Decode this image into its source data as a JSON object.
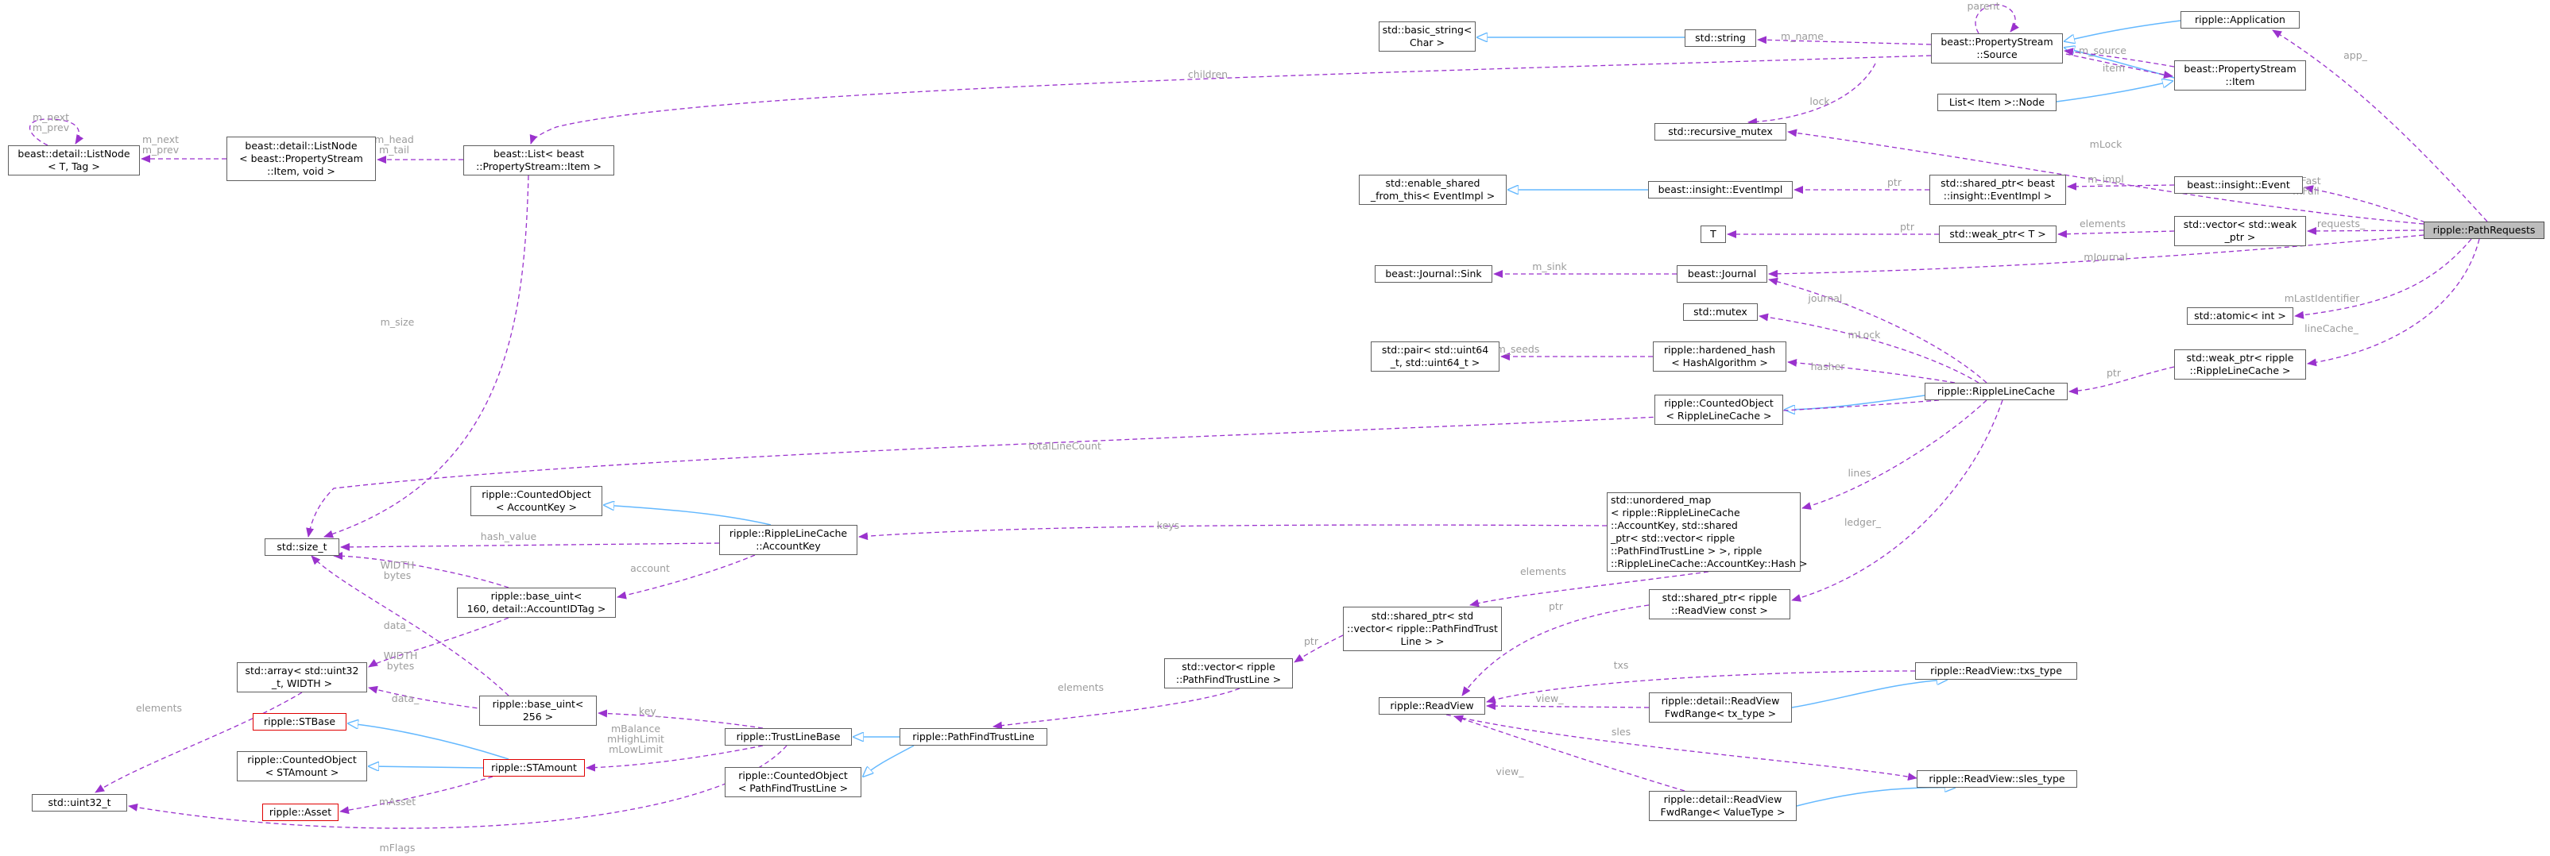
{
  "colors": {
    "inherit": "#63b8ff",
    "use": "#9a32cd",
    "label": "#9c9c9c",
    "red_border": "#e00000",
    "highlight": "#bdbdbd"
  },
  "nodes": {
    "listnode_tag": "beast::detail::ListNode\n< T, Tag >",
    "listnode_item": "beast::detail::ListNode\n< beast::PropertyStream\n::Item, void >",
    "list_item": "beast::List< beast\n::PropertyStream::Item >",
    "basic_string": "std::basic_string<\nChar >",
    "std_string": "std::string",
    "ps_source": "beast::PropertyStream\n::Source",
    "app": "ripple::Application",
    "ps_item": "beast::PropertyStream\n::Item",
    "list_node": "List< Item >::Node",
    "recursive_mutex": "std::recursive_mutex",
    "enable_shared": "std::enable_shared\n_from_this< EventImpl >",
    "event_impl": "beast::insight::EventImpl",
    "shared_eventimpl": "std::shared_ptr< beast\n::insight::EventImpl >",
    "event": "beast::insight::Event",
    "t": "T",
    "weak_t": "std::weak_ptr< T >",
    "vec_weak": "std::vector< std::weak\n_ptr >",
    "path_requests": "ripple::PathRequests",
    "journal_sink": "beast::Journal::Sink",
    "journal": "beast::Journal",
    "mutex": "std::mutex",
    "atomic_int": "std::atomic< int >",
    "pair_u64": "std::pair< std::uint64\n_t, std::uint64_t >",
    "hardened_hash": "ripple::hardened_hash\n< HashAlgorithm >",
    "weak_rlc": "std::weak_ptr< ripple\n::RippleLineCache >",
    "counted_rlc": "ripple::CountedObject\n< RippleLineCache >",
    "rlc": "ripple::RippleLineCache",
    "counted_accountkey": "ripple::CountedObject\n< AccountKey >",
    "unordered_map": "std::unordered_map\n< ripple::RippleLineCache\n::AccountKey, std::shared\n_ptr< std::vector< ripple\n::PathFindTrustLine > >, ripple\n::RippleLineCache::AccountKey::Hash >",
    "size_t": "std::size_t",
    "accountkey": "ripple::RippleLineCache\n::AccountKey",
    "base_uint160": "ripple::base_uint<\n160, detail::AccountIDTag >",
    "shared_readview": "std::shared_ptr< ripple\n::ReadView const >",
    "shared_vec_pftl": "std::shared_ptr< std\n::vector< ripple::PathFindTrust\nLine > >",
    "array_u32": "std::array< std::uint32\n_t, WIDTH >",
    "base_uint256": "ripple::base_uint<\n256 >",
    "vec_pftl": "std::vector< ripple\n::PathFindTrustLine >",
    "stbase": "ripple::STBase",
    "readview": "ripple::ReadView",
    "txs_type": "ripple::ReadView::txs_type",
    "fwd_tx": "ripple::detail::ReadView\nFwdRange< tx_type >",
    "trustline_base": "ripple::TrustLineBase",
    "pftl": "ripple::PathFindTrustLine",
    "counted_stamount": "ripple::CountedObject\n< STAmount >",
    "stamount": "ripple::STAmount",
    "counted_pftl": "ripple::CountedObject\n< PathFindTrustLine >",
    "asset": "ripple::Asset",
    "sles_type": "ripple::ReadView::sles_type",
    "uint32": "std::uint32_t",
    "fwd_value": "ripple::detail::ReadView\nFwdRange< ValueType >"
  },
  "edge_labels": {
    "next_prev": "m_next\nm_prev",
    "next_prev2": "m_next\nm_prev",
    "head_tail": "m_head\nm_tail",
    "children": "children",
    "name": "m_name",
    "parent": "parent",
    "source": "m_source",
    "item": "item",
    "app": "app_",
    "lock": "lock",
    "mlock1": "mLock",
    "ptr_eventimpl": "ptr",
    "impl": "m_impl",
    "mfast": "mFast\nmFull",
    "ptr_t": "ptr",
    "elements1": "elements",
    "requests": "requests_",
    "msink": "m_sink",
    "mjournal": "mJournal",
    "journal2": "journal_",
    "mlock2": "mLock",
    "mlastid": "mLastIdentifier",
    "mseeds": "m_seeds",
    "hasher": "hasher",
    "linecache": "lineCache_",
    "ptr_rlc": "ptr",
    "total": "totalLineCount",
    "msize": "m_size",
    "lines": "lines",
    "keys": "keys",
    "hash_value": "hash_value",
    "account": "account",
    "ledger": "ledger_",
    "width_bytes1": "WIDTH\nbytes",
    "width_bytes2": "WIDTH\nbytes",
    "elements2": "elements",
    "ptr_readview": "ptr",
    "data1": "data_",
    "data2": "data_",
    "ptr_vec": "ptr",
    "elements3": "elements",
    "elements4": "elements",
    "key": "key_",
    "txs": "txs",
    "view1": "view_",
    "balances": "mBalance\nmHighLimit\nmLowLimit",
    "masset": "mAsset",
    "sles": "sles",
    "view2": "view_",
    "mflags": "mFlags"
  }
}
